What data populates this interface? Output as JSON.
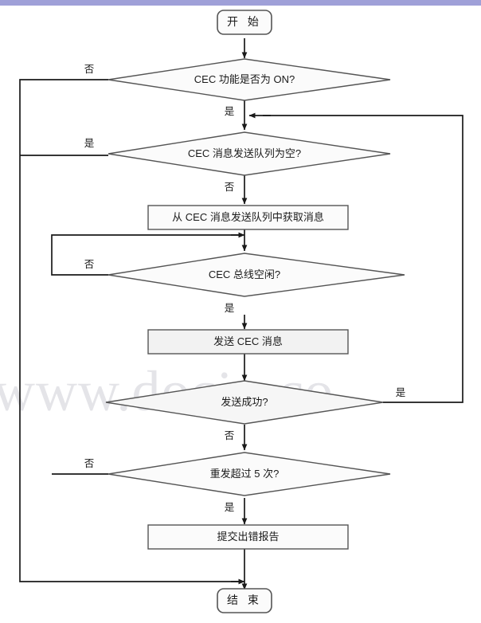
{
  "page": {
    "kind": "flowchart",
    "language": "zh-CN",
    "top_band_color": "#9fa0d8",
    "line_color": "#1a1a1a",
    "node_fill": "#fbfbfb",
    "node_stroke": "#555555"
  },
  "watermark": {
    "text": "www.docin.co",
    "color": "#e4e4e8"
  },
  "nodes": {
    "start": {
      "label": "开 始",
      "shape": "terminator"
    },
    "d_cec_on": {
      "label": "CEC 功能是否为 ON?",
      "shape": "decision"
    },
    "d_queue_empty": {
      "label": "CEC 消息发送队列为空?",
      "shape": "decision"
    },
    "p_fetch_msg": {
      "label": "从 CEC 消息发送队列中获取消息",
      "shape": "process"
    },
    "d_bus_idle": {
      "label": "CEC 总线空闲?",
      "shape": "decision"
    },
    "p_send_msg": {
      "label": "发送 CEC 消息",
      "shape": "process"
    },
    "d_send_ok": {
      "label": "发送成功?",
      "shape": "decision"
    },
    "d_retry_over5": {
      "label": "重发超过 5 次?",
      "shape": "decision"
    },
    "p_error_report": {
      "label": "提交出错报告",
      "shape": "process"
    },
    "end": {
      "label": "结 束",
      "shape": "terminator"
    }
  },
  "edge_labels": {
    "cec_on_no": "否",
    "cec_on_yes": "是",
    "queue_empty_yes": "是",
    "queue_empty_no": "否",
    "bus_idle_no": "否",
    "bus_idle_yes": "是",
    "send_ok_yes": "是",
    "send_ok_no": "否",
    "retry_no": "否",
    "retry_yes": "是"
  }
}
